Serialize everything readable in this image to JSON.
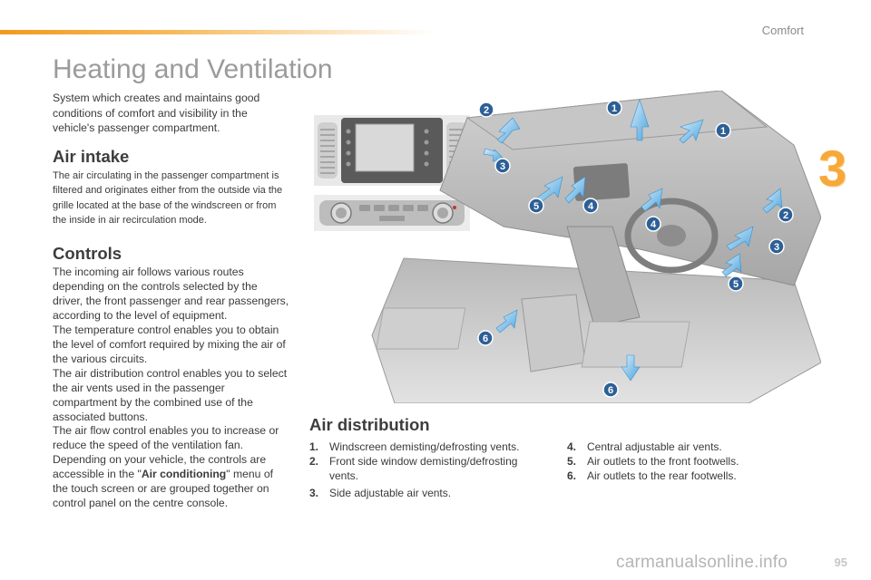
{
  "header": {
    "section_label": "Comfort",
    "chapter_number": "3",
    "accent_color": "#f19a1f"
  },
  "page": {
    "title": "Heating and Ventilation",
    "intro": "System which creates and maintains good conditions of comfort and visibility in the vehicle's passenger compartment.",
    "page_number": "95"
  },
  "air_intake": {
    "heading": "Air intake",
    "text": "The air circulating in the passenger compartment is filtered and originates either from the outside via the grille located at the base of the windscreen or from the inside in air recirculation mode."
  },
  "controls": {
    "heading": "Controls",
    "p1": "The incoming air follows various routes depending on the controls selected by the driver, the front passenger and rear passengers, according to the level of equipment.",
    "p2": "The temperature control enables you to obtain the level of comfort required by mixing the air of the various circuits.",
    "p3": "The air distribution control enables you to select the air vents used in the passenger compartment by the combined use of the associated buttons.",
    "p4": "The air flow control enables you to increase or reduce the speed of the ventilation fan.",
    "p5_before": "Depending on your vehicle, the controls are accessible in the \"",
    "p5_bold": "Air conditioning",
    "p5_after": "\" menu of the touch screen or are grouped together on control panel on the centre console."
  },
  "air_distribution": {
    "heading": "Air distribution",
    "items": [
      {
        "num": "1.",
        "text": "Windscreen demisting/defrosting vents."
      },
      {
        "num": "2.",
        "text": "Front side window demisting/defrosting vents."
      },
      {
        "num": "3.",
        "text": "Side adjustable air vents."
      },
      {
        "num": "4.",
        "text": "Central adjustable air vents."
      },
      {
        "num": "5.",
        "text": "Air outlets to the front footwells."
      },
      {
        "num": "6.",
        "text": "Air outlets to the rear footwells."
      }
    ]
  },
  "diagram": {
    "badges": [
      "1",
      "1",
      "2",
      "2",
      "3",
      "3",
      "4",
      "4",
      "5",
      "5",
      "6",
      "6"
    ]
  },
  "footer": {
    "watermark": "carmanualsonline.info"
  }
}
